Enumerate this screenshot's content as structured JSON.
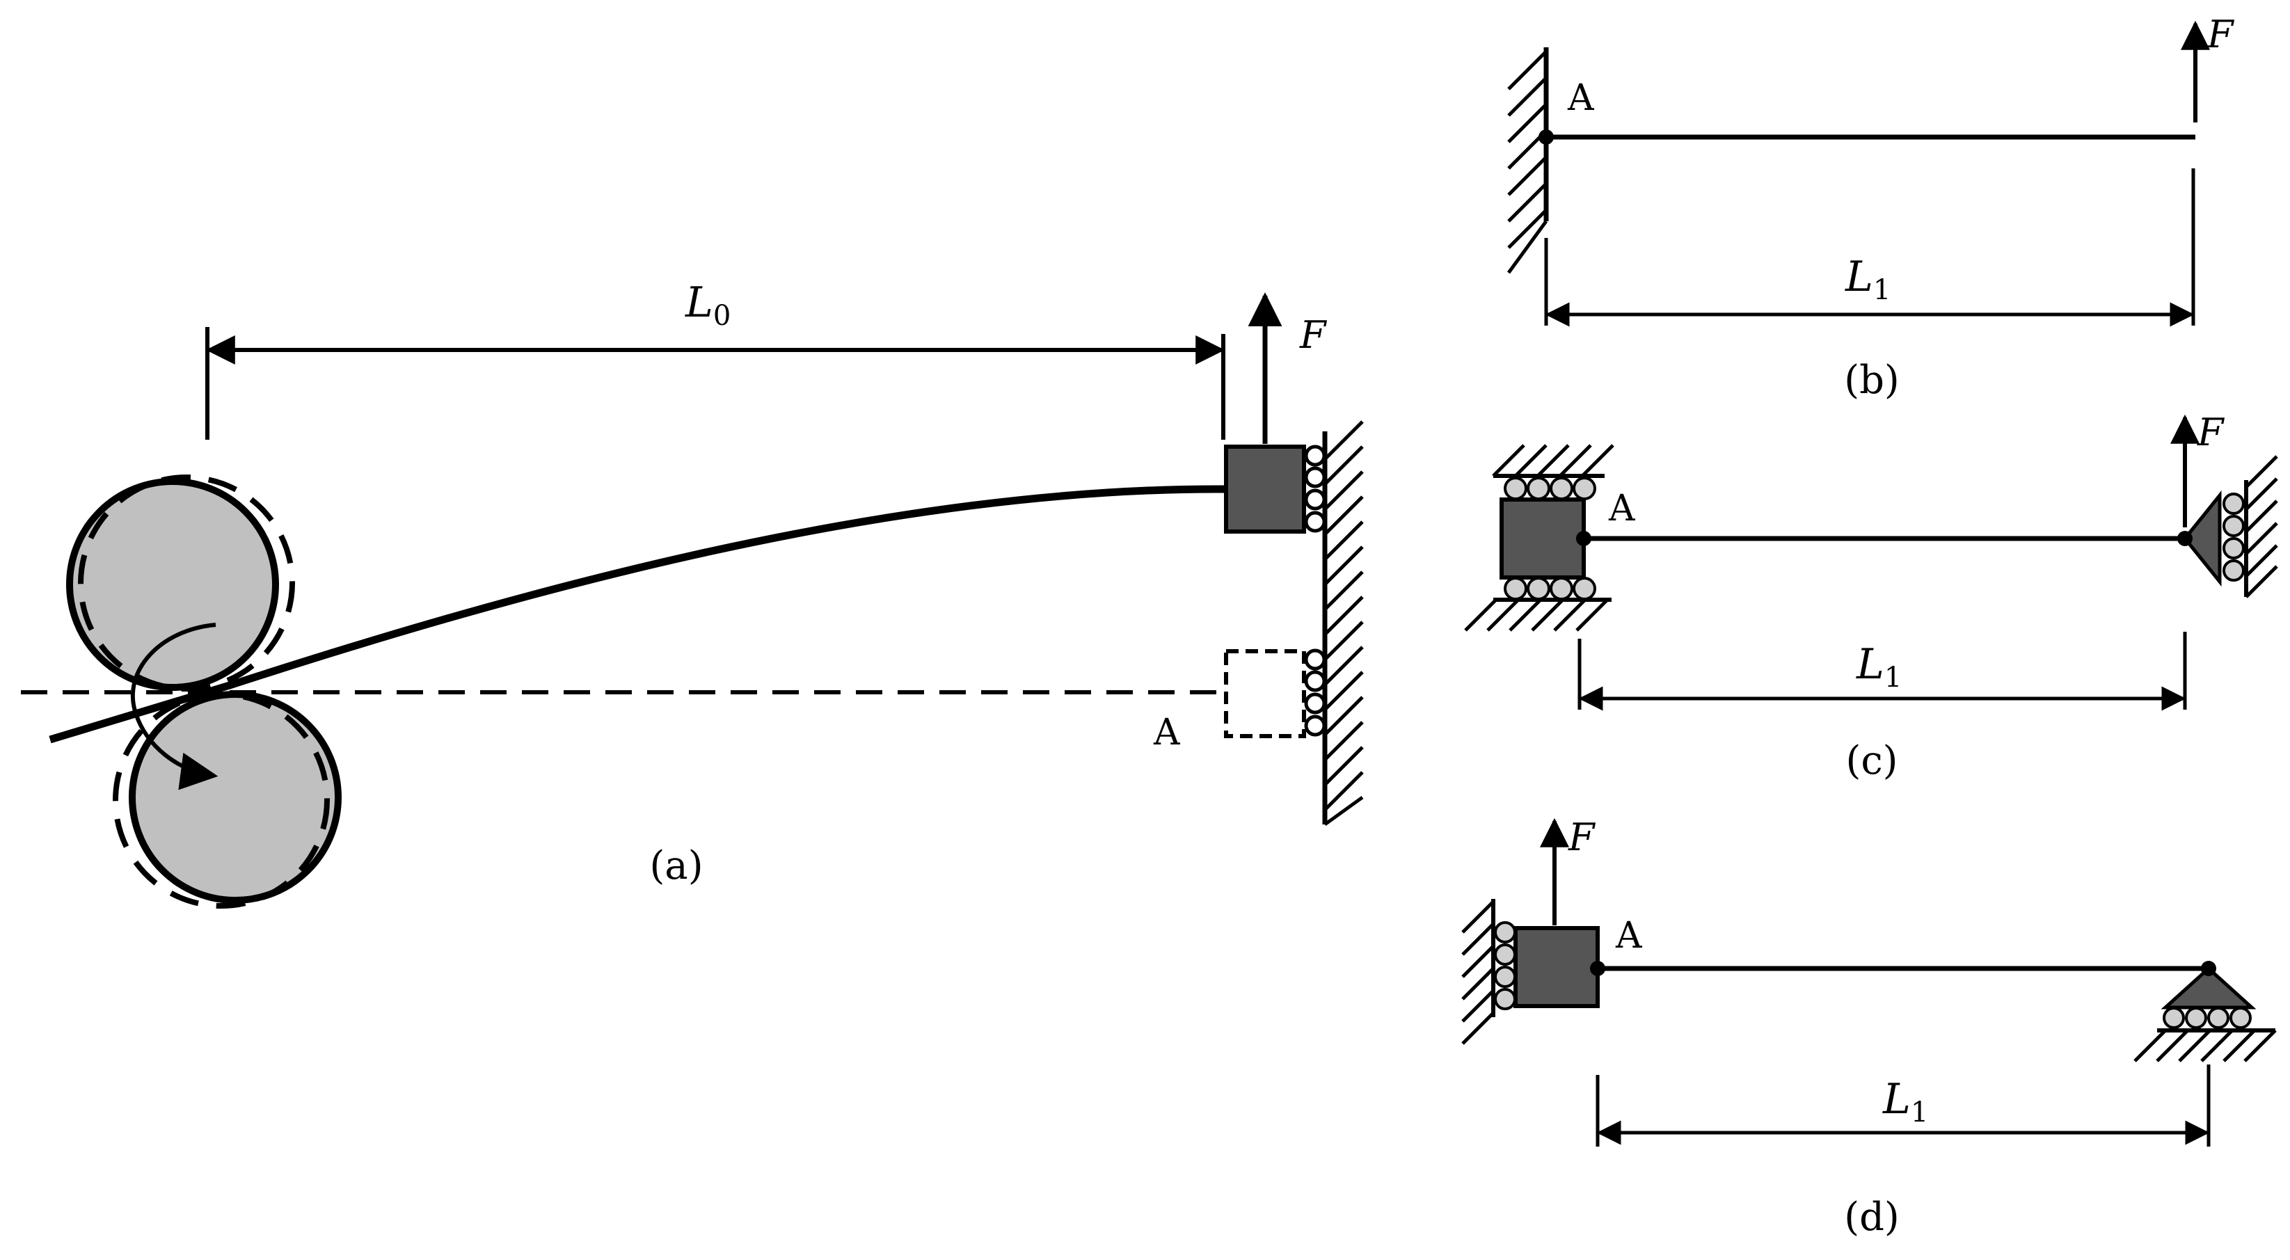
{
  "panel_a": {
    "caption": "(a)",
    "length_label": "L",
    "length_sub": "0",
    "force_label": "F",
    "point_label": "A"
  },
  "panel_b": {
    "caption": "(b)",
    "length_label": "L",
    "length_sub": "1",
    "force_label": "F",
    "point_label": "A"
  },
  "panel_c": {
    "caption": "(c)",
    "length_label": "L",
    "length_sub": "1",
    "force_label": "F",
    "point_label": "A"
  },
  "panel_d": {
    "caption": "(d)",
    "length_label": "L",
    "length_sub": "1",
    "force_label": "F",
    "point_label": "A"
  },
  "colors": {
    "line": "#000000",
    "roller_fill": "#c0c0c0",
    "block_fill": "#555555",
    "small_roller_fill": "#d0d0d0"
  }
}
